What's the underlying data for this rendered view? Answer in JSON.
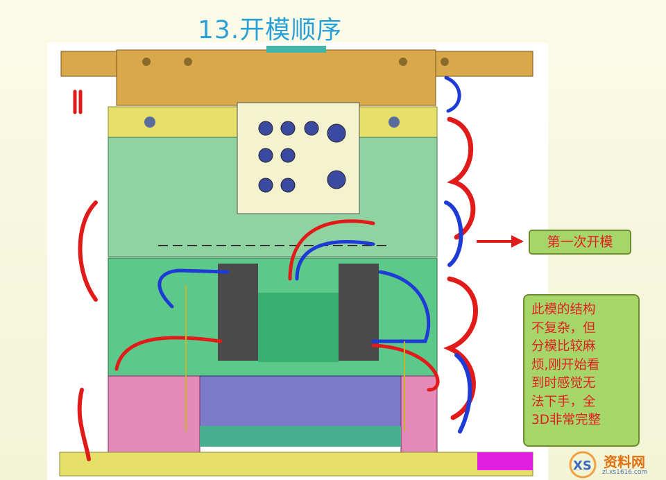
{
  "title": "13.开模顺序",
  "labels": {
    "first_open": "第一次开模"
  },
  "note": "此模的结构\n不复杂，但\n分模比较麻\n烦,刚开始看\n到时感觉无\n法下手，全\n3D非常完整",
  "watermark": {
    "brand": "资料网",
    "url": "zl.xs1616.com",
    "logo_letters": "XS"
  },
  "colors": {
    "title": "#2aa0d8",
    "plate_orange": "#d9a84a",
    "plate_yellow": "#e6e06a",
    "plate_green": "#8fd3a0",
    "plate_pink": "#e58ab8",
    "hose_red": "#e11a1a",
    "hose_blue": "#1f3bd6",
    "label_bg": "#a6d56a",
    "label_text": "#e02020"
  }
}
